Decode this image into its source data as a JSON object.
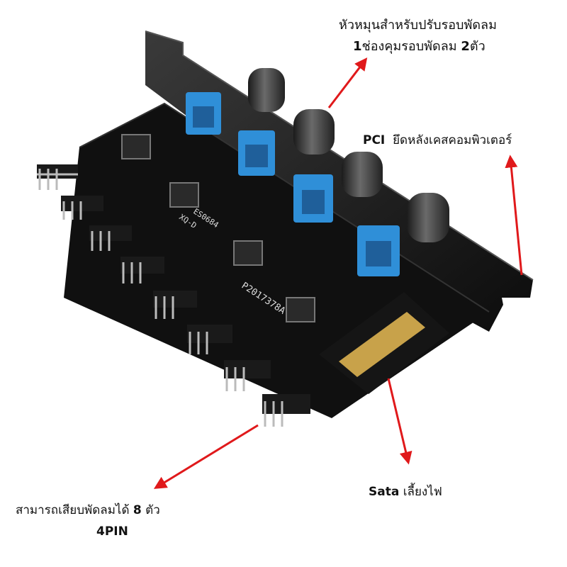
{
  "annotations": {
    "knob_line1": "หัวหมุนสำหรับปรับรอบพัดลม",
    "knob_line2_num": "1",
    "knob_line2_text": "ช่องคุมรอบพัดลม",
    "knob_line2_num2": "2",
    "knob_line2_unit": "ตัว",
    "pci_prefix": "PCI",
    "pci_text": "ยึดหลังเคสคอมพิวเตอร์",
    "sata_prefix": "Sata",
    "sata_text": "เลี้ยงไฟ",
    "fan_text": "สามารถเสียบพัดลมได้",
    "fan_count": "8",
    "fan_unit": "ตัว",
    "fan_type": "4PIN"
  },
  "pcb_labels": {
    "chip": "P2017378A",
    "part": "XQ-D",
    "code": "ES0684"
  },
  "colors": {
    "arrow": "#e0191b",
    "pcb": "#111111",
    "bracket": "#1a1a1a",
    "pot": "#2f8fd8",
    "sata_plate": "#c8a24a"
  }
}
